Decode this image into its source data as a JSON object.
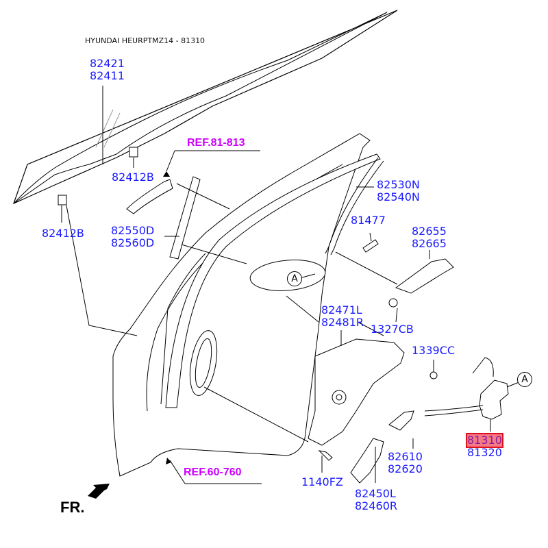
{
  "diagram": {
    "title": "HYUNDAI HEURPTMZ14 - 81310",
    "direction_label": "FR.",
    "callout_letter": "A",
    "references": [
      {
        "id": "ref-81-813",
        "text": "REF.81-813"
      },
      {
        "id": "ref-60-760",
        "text": "REF.60-760"
      }
    ],
    "parts": [
      {
        "id": "glass",
        "lines": [
          "82421",
          "82411"
        ]
      },
      {
        "id": "glass-clip-upper",
        "lines": [
          "82412B"
        ]
      },
      {
        "id": "glass-clip-lower",
        "lines": [
          "82412B"
        ]
      },
      {
        "id": "channel",
        "lines": [
          "82550D",
          "82560D"
        ]
      },
      {
        "id": "run-channel",
        "lines": [
          "82530N",
          "82540N"
        ]
      },
      {
        "id": "bolt-81477",
        "lines": [
          "81477"
        ]
      },
      {
        "id": "handle",
        "lines": [
          "82655",
          "82665"
        ]
      },
      {
        "id": "regulator",
        "lines": [
          "82471L",
          "82481R"
        ]
      },
      {
        "id": "nut-1327cb",
        "lines": [
          "1327CB"
        ]
      },
      {
        "id": "nut-1339cc",
        "lines": [
          "1339CC"
        ]
      },
      {
        "id": "door-latch",
        "lines": [
          "81310",
          "81320"
        ],
        "highlighted_line": "81310"
      },
      {
        "id": "inside-handle",
        "lines": [
          "82610",
          "82620"
        ]
      },
      {
        "id": "bolt-1140fz",
        "lines": [
          "1140FZ"
        ]
      },
      {
        "id": "motor",
        "lines": [
          "82450L",
          "82460R"
        ]
      }
    ],
    "colors": {
      "part_number": "#1a1aff",
      "reference": "#cc00ff",
      "highlight_fill": "#f47a86",
      "highlight_border": "#e0101e",
      "line_art": "#000000"
    }
  }
}
